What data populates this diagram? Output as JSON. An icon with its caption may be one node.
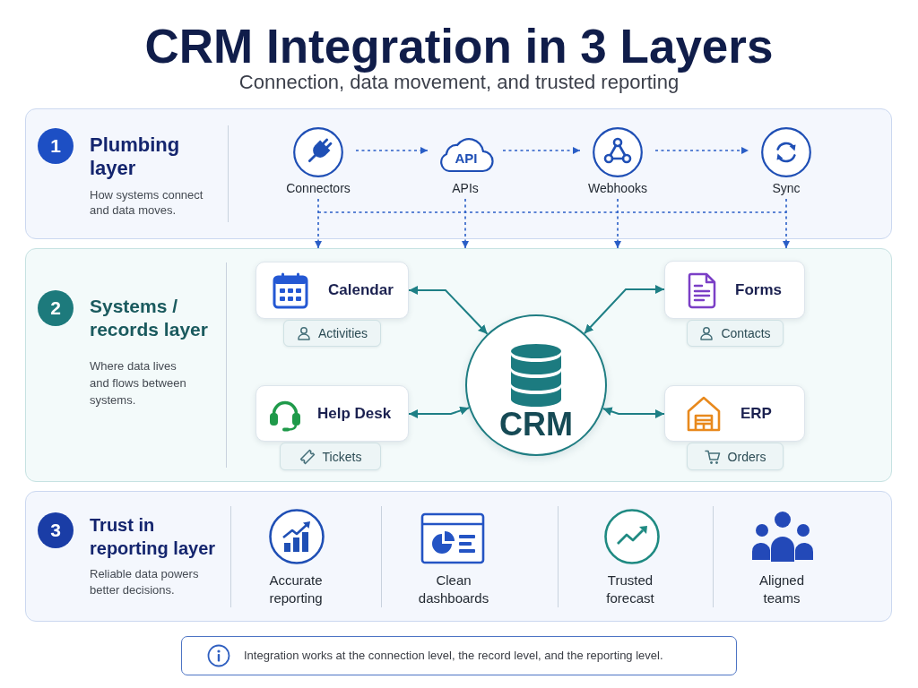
{
  "diagram": {
    "title": "CRM Integration in 3 Layers",
    "nodes": [
      {
        "text": [
          "Plumbing layer",
          "How systems connect and data moves."
        ]
      },
      {
        "text": [
          "1"
        ],
        "in": 0
      },
      {
        "text": [
          "Connectors"
        ],
        "in": 0
      },
      {
        "text": [
          "API",
          "APIs"
        ],
        "in": 0
      },
      {
        "text": [
          "Webhooks"
        ],
        "in": 0
      },
      {
        "text": [
          "Sync"
        ],
        "in": 0
      },
      {
        "text": [
          "Systems / records layer",
          "Where data lives and flows between systems."
        ]
      },
      {
        "text": [
          "2"
        ],
        "in": 6
      },
      {
        "text": [
          "Calendar"
        ],
        "in": 6
      },
      {
        "text": [
          "Activities"
        ],
        "in": 6
      },
      {
        "text": [
          "Help Desk"
        ],
        "in": 6
      },
      {
        "text": [
          "Tickets"
        ],
        "in": 6
      },
      {
        "text": [
          "CRM"
        ],
        "in": 6
      },
      {
        "text": [
          "Forms"
        ],
        "in": 6
      },
      {
        "text": [
          "Contacts"
        ],
        "in": 6
      },
      {
        "text": [
          "ERP"
        ],
        "in": 6
      },
      {
        "text": [
          "Orders"
        ],
        "in": 6
      },
      {
        "text": [
          "Trust in reporting layer",
          "Reliable data powers better decisions."
        ]
      },
      {
        "text": [
          "3"
        ],
        "in": 17
      },
      {
        "text": [
          "Integration works at the connection level, the record level, and the reporting level."
        ]
      }
    ],
    "edges": [
      {
        "from": 2,
        "to": 3,
        "arrow": "to",
        "style": "dashed"
      },
      {
        "from": 3,
        "to": 4,
        "arrow": "to",
        "style": "dashed"
      },
      {
        "from": 4,
        "to": 5,
        "arrow": "to",
        "style": "dashed"
      },
      {
        "from": 2,
        "to": 6,
        "arrow": "to",
        "style": "dashed"
      },
      {
        "from": 3,
        "to": 6,
        "arrow": "to",
        "style": "dashed"
      },
      {
        "from": 4,
        "to": 6,
        "arrow": "to",
        "style": "dashed"
      },
      {
        "from": 5,
        "to": 6,
        "arrow": "to",
        "style": "dashed"
      },
      {
        "from": 8,
        "to": 12,
        "arrow": "both",
        "color": "#1e7f85"
      },
      {
        "from": 10,
        "to": 12,
        "arrow": "both",
        "color": "#1e7f85"
      },
      {
        "from": 13,
        "to": 12,
        "arrow": "both",
        "color": "#1e7f85"
      },
      {
        "from": 15,
        "to": 12,
        "arrow": "both",
        "color": "#1e7f85"
      }
    ],
    "labels": [
      "Connection, data movement, and trusted reporting",
      "Accurate reporting",
      "Clean dashboards",
      "Trusted forecast",
      "Aligned teams"
    ]
  }
}
